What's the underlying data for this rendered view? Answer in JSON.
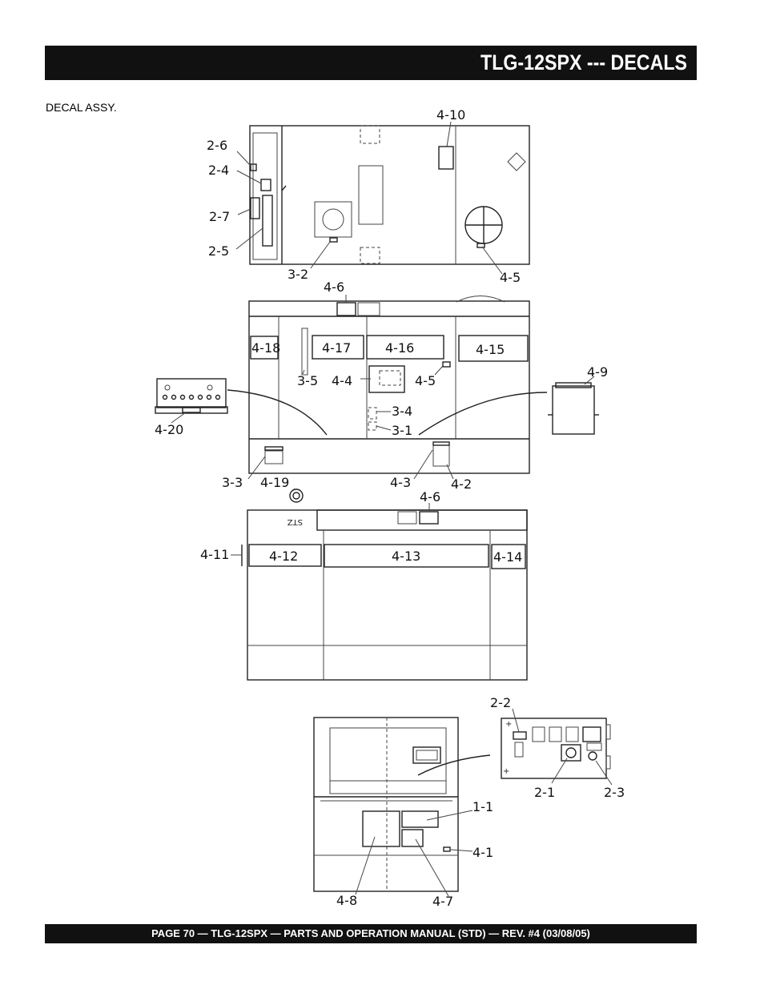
{
  "header": {
    "title": "TLG-12SPX --- DECALS"
  },
  "section": {
    "label": "DECAL ASSY."
  },
  "footer": {
    "text": "PAGE 70 — TLG-12SPX — PARTS AND OPERATION  MANUAL (STD) — REV. #4  (03/08/05)"
  },
  "callouts": {
    "c2_6": "2-6",
    "c2_4": "2-4",
    "c2_7": "2-7",
    "c2_5": "2-5",
    "c3_2": "3-2",
    "c4_10": "4-10",
    "c4_5a": "4-5",
    "c4_6a": "4-6",
    "c3_5": "3-5",
    "c4_4": "4-4",
    "c4_5b": "4-5",
    "c4_9": "4-9",
    "c4_20": "4-20",
    "c3_4": "3-4",
    "c3_1": "3-1",
    "c3_3": "3-3",
    "c4_19": "4-19",
    "c4_3": "4-3",
    "c4_2": "4-2",
    "c4_6b": "4-6",
    "c4_11": "4-11",
    "c2_2": "2-2",
    "c2_1": "2-1",
    "c2_3": "2-3",
    "c1_1": "1-1",
    "c4_1": "4-1",
    "c4_8": "4-8",
    "c4_7": "4-7"
  },
  "decal_boxes": {
    "b4_18": "4-18",
    "b4_17": "4-17",
    "b4_16": "4-16",
    "b4_15": "4-15",
    "b4_12": "4-12",
    "b4_13": "4-13",
    "b4_14": "4-14"
  },
  "marks": {
    "stz": "STZ"
  }
}
